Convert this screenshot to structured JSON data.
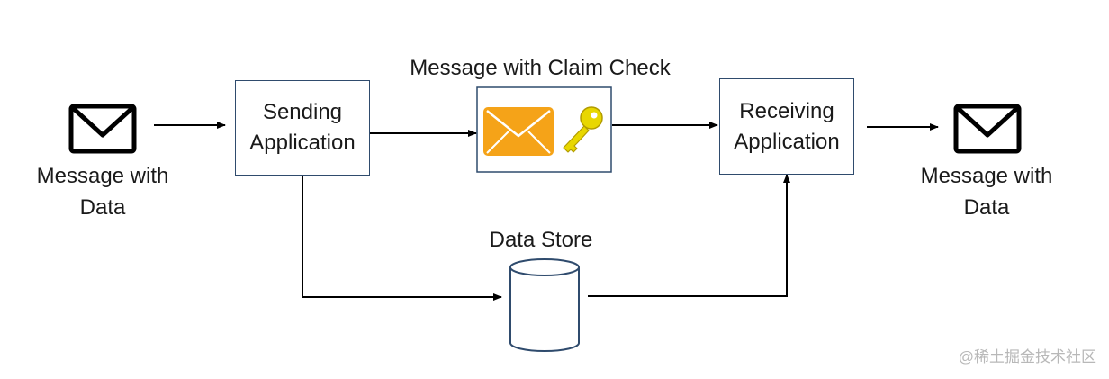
{
  "nodes": {
    "input_message": {
      "line1": "Message with",
      "line2": "Data",
      "icon": "envelope-icon"
    },
    "sending_app": {
      "line1": "Sending",
      "line2": "Application"
    },
    "claim_check": {
      "label": "Message with Claim Check",
      "icons": [
        "envelope-icon",
        "key-icon"
      ]
    },
    "receiving_app": {
      "line1": "Receiving",
      "line2": "Application"
    },
    "output_message": {
      "line1": "Message with",
      "line2": "Data",
      "icon": "envelope-icon"
    },
    "data_store": {
      "label": "Data Store",
      "icon": "database-cylinder-icon"
    }
  },
  "edges": [
    {
      "from": "input_message",
      "to": "sending_app"
    },
    {
      "from": "sending_app",
      "to": "claim_check"
    },
    {
      "from": "claim_check",
      "to": "receiving_app"
    },
    {
      "from": "receiving_app",
      "to": "output_message"
    },
    {
      "from": "sending_app",
      "to": "data_store"
    },
    {
      "from": "data_store",
      "to": "receiving_app"
    }
  ],
  "colors": {
    "box_border": "#2f4b6d",
    "cylinder_stroke": "#2f4b6d",
    "line": "#000000",
    "envelope_fill": "#f5a318",
    "key_fill": "#e8d700"
  },
  "watermark": "@稀土掘金技术社区"
}
